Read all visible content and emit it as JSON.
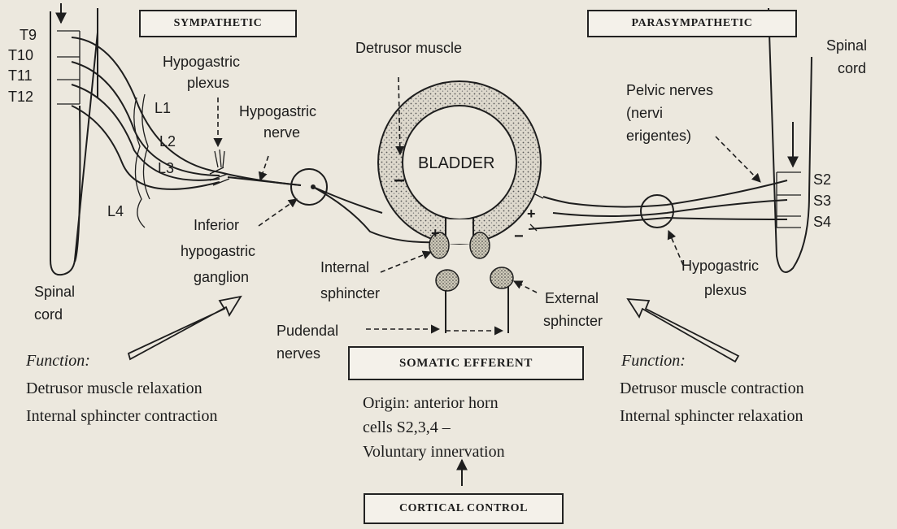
{
  "sympathetic": {
    "title": "SYMPATHETIC",
    "thoracic_levels": [
      "T9",
      "T10",
      "T11",
      "T12"
    ],
    "lumbar_levels": [
      "L1",
      "L2",
      "L3",
      "L4"
    ],
    "spinal_cord": [
      "Spinal",
      "cord"
    ],
    "hypogastric_plexus": [
      "Hypogastric",
      "plexus"
    ],
    "hypogastric_nerve": [
      "Hypogastric",
      "nerve"
    ],
    "inferior_ganglion": [
      "Inferior",
      "hypogastric",
      "ganglion"
    ],
    "function_heading": "Function:",
    "function_lines": [
      "Detrusor muscle relaxation",
      "Internal sphincter contraction"
    ]
  },
  "bladder": {
    "detrusor": "Detrusor muscle",
    "label": "BLADDER",
    "internal_sphincter": [
      "Internal",
      "sphincter"
    ],
    "external_sphincter": [
      "External",
      "sphincter"
    ],
    "pudendal": [
      "Pudendal",
      "nerves"
    ],
    "signs": {
      "minus_left": "−",
      "plus_left": "+",
      "minus_right": "−",
      "plus_right": "+"
    }
  },
  "parasympathetic": {
    "title": "PARASYMPATHETIC",
    "spinal_cord": [
      "Spinal",
      "cord"
    ],
    "pelvic_nerves": [
      "Pelvic nerves",
      "(nervi",
      "erigentes)"
    ],
    "sacral_levels": [
      "S2",
      "S3",
      "S4"
    ],
    "hypogastric_plexus": [
      "Hypogastric",
      "plexus"
    ],
    "function_heading": "Function:",
    "function_lines": [
      "Detrusor muscle contraction",
      "Internal sphincter relaxation"
    ]
  },
  "somatic": {
    "title": "SOMATIC EFFERENT",
    "origin_lines": [
      "Origin: anterior horn",
      "cells S2,3,4 –",
      "Voluntary innervation"
    ]
  },
  "cortical": {
    "title": "CORTICAL CONTROL"
  }
}
